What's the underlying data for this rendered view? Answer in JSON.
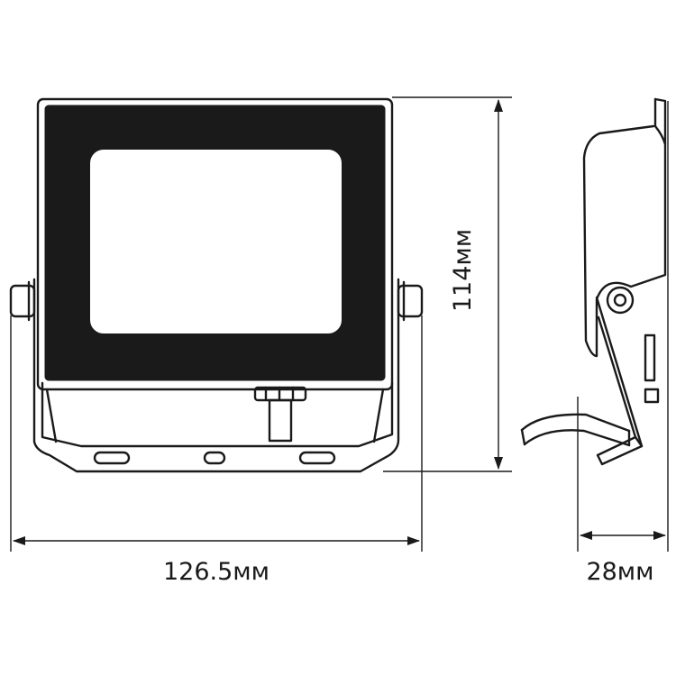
{
  "dimensions": {
    "width": "126.5мм",
    "height": "114мм",
    "depth": "28мм"
  },
  "colors": {
    "ink": "#1a1a1a",
    "background": "#ffffff"
  }
}
